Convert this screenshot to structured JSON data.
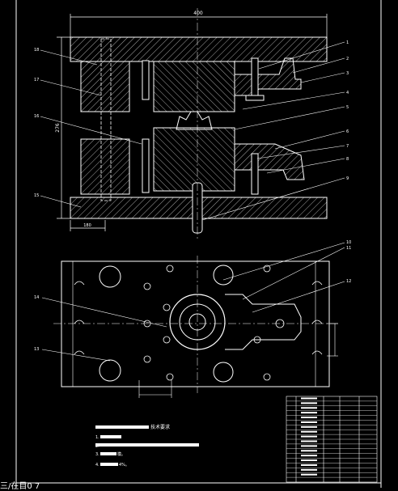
{
  "drawing": {
    "top_dimension": "400",
    "left_dimension": "276",
    "bottom_dimension": "180",
    "callouts_right_upper": [
      "1",
      "2",
      "3",
      "4",
      "5",
      "6",
      "7",
      "8",
      "9"
    ],
    "callouts_left_upper": [
      "18",
      "17",
      "16",
      "15"
    ],
    "callouts_right_lower": [
      "10",
      "11",
      "12"
    ],
    "callouts_left_lower": [
      "14",
      "13"
    ],
    "tech_requirements_title": "技术要求",
    "tech_req_items": [
      "1.",
      "2.",
      "3.",
      "4."
    ],
    "tech_req_tail_3": "模。",
    "tech_req_tail_4": "4%。",
    "bottom_cut_text": "三/在目0 7"
  },
  "colors": {
    "background": "#000000",
    "lines": "#ffffff",
    "hatch": "#cfcfcf"
  }
}
